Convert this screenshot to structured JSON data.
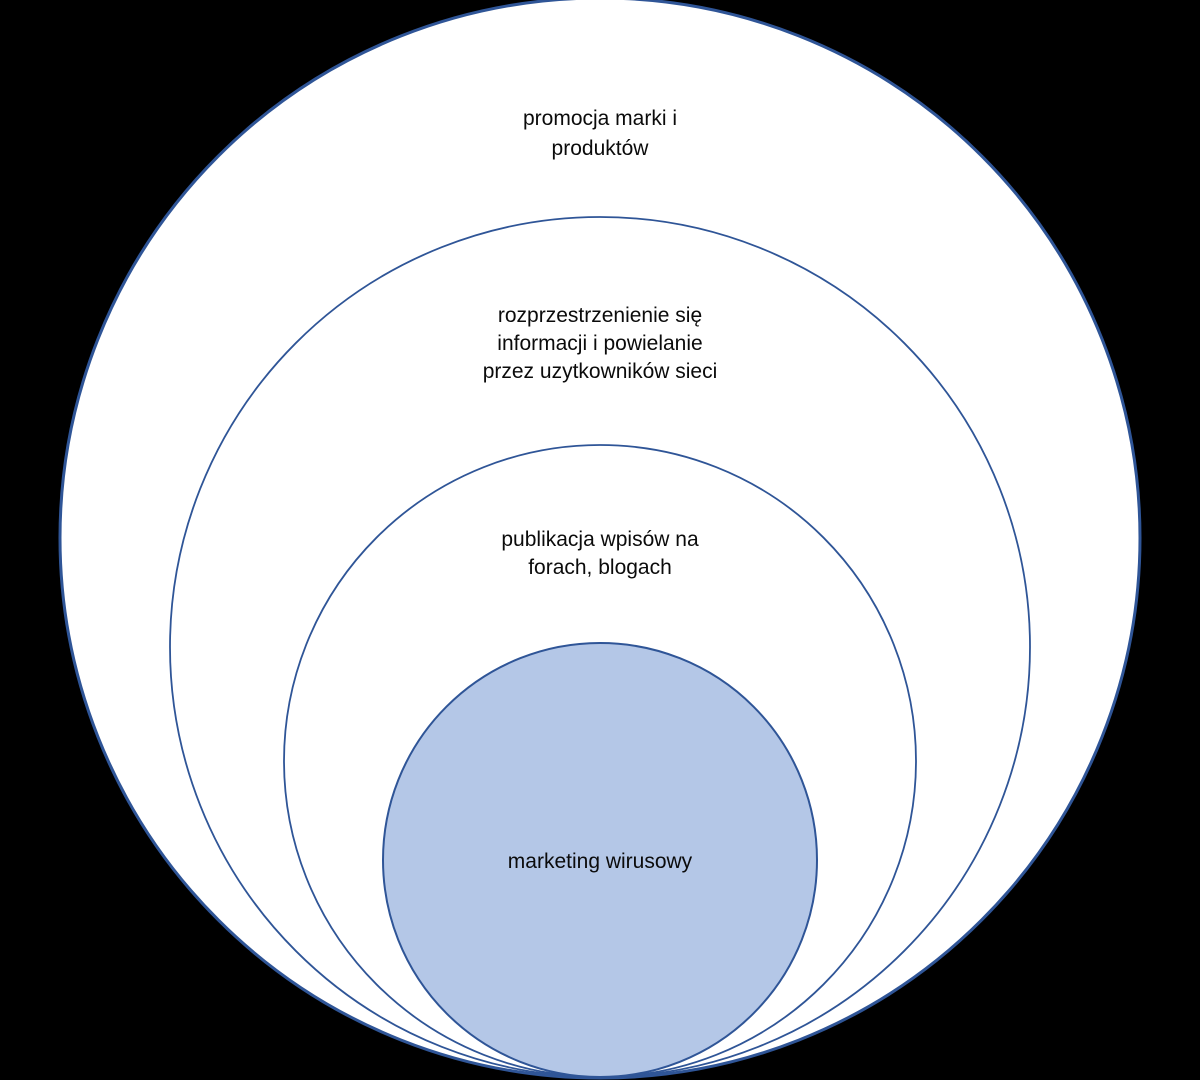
{
  "diagram": {
    "title": "viral-marketing-nested-circles",
    "background_color": "#000000",
    "circle_fill": "#ffffff",
    "stroke_color": "#2F5597",
    "inner_fill": "#B4C7E7",
    "text_color": "#0b0b0b",
    "levels": [
      {
        "id": "level-1-outermost",
        "label": "promocja marki i produktów",
        "lines": [
          "promocja marki i",
          "produktów"
        ]
      },
      {
        "id": "level-2",
        "label": "rozprzestrzenienie się informacji i powielanie przez uzytkowników sieci",
        "lines": [
          "rozprzestrzenienie  się",
          "informacji i powielanie",
          "przez uzytkowników sieci"
        ]
      },
      {
        "id": "level-3",
        "label": "publikacja wpisów na forach, blogach",
        "lines": [
          "publikacja wpisów na",
          "forach, blogach"
        ]
      },
      {
        "id": "level-4-innermost",
        "label": "marketing wirusowy",
        "lines": [
          "marketing wirusowy"
        ]
      }
    ]
  }
}
